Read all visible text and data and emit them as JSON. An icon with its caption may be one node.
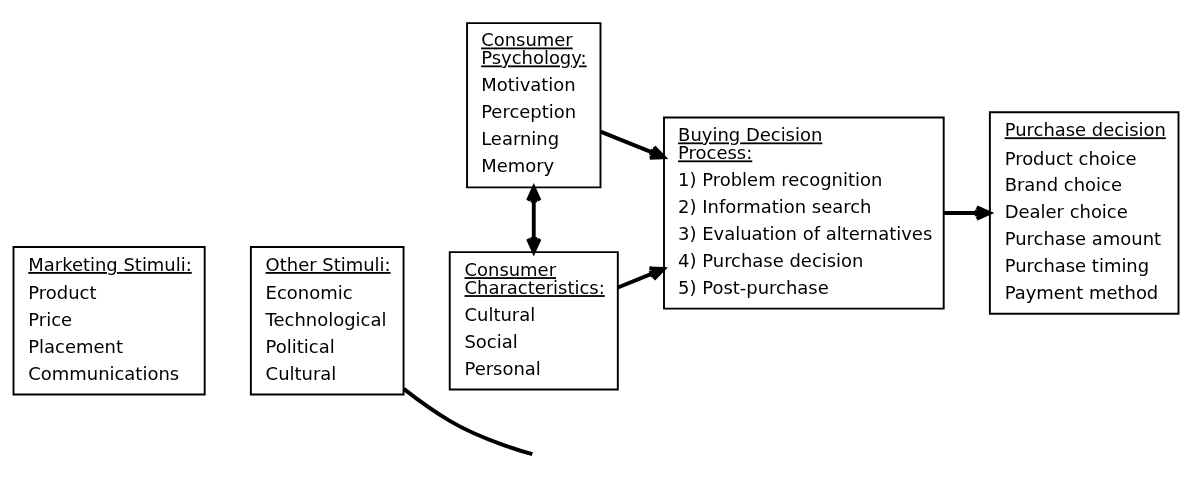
{
  "diagram": {
    "nodes": [
      {
        "text": [
          "Marketing Stimuli:",
          "Product",
          "Price",
          "Placement",
          "Communications"
        ]
      },
      {
        "text": [
          "Other Stimuli:",
          "Economic",
          "Technological",
          "Political",
          "Cultural"
        ]
      },
      {
        "text": [
          "Consumer Psychology:",
          "Motivation",
          "Perception",
          "Learning",
          "Memory"
        ]
      },
      {
        "text": [
          "Consumer Characteristics:",
          "Cultural",
          "Social",
          "Personal"
        ]
      },
      {
        "text": [
          "Buying Decision Process:",
          "1) Problem recognition",
          "2) Information search",
          "3) Evaluation of alternatives",
          "4) Purchase decision",
          "5) Post-purchase"
        ]
      },
      {
        "text": [
          "Purchase decision",
          "Product choice",
          "Brand choice",
          "Dealer choice",
          "Purchase amount",
          "Purchase timing",
          "Payment method"
        ]
      }
    ],
    "edges": [
      {
        "from": 1,
        "to": null,
        "arrow": "none"
      },
      {
        "from": 2,
        "to": 3,
        "arrow": "both"
      },
      {
        "from": 2,
        "to": 4,
        "arrow": "to"
      },
      {
        "from": 3,
        "to": 4,
        "arrow": "to"
      },
      {
        "from": 4,
        "to": 5,
        "arrow": "to"
      }
    ]
  }
}
